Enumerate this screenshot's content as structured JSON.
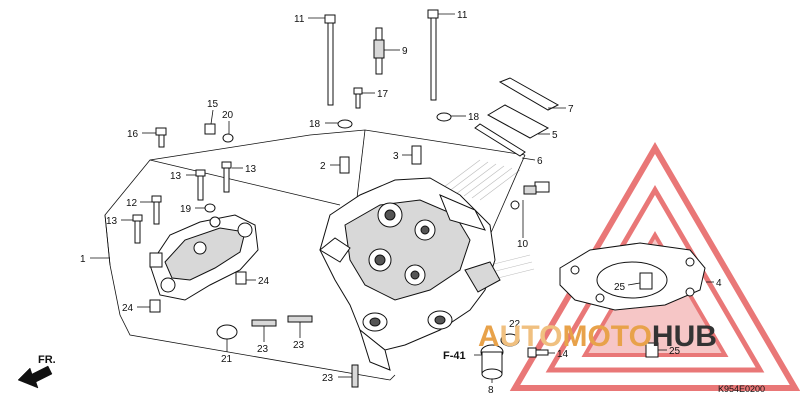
{
  "callouts": [
    {
      "id": "c1",
      "text": "1"
    },
    {
      "id": "c2",
      "text": "2"
    },
    {
      "id": "c3",
      "text": "3"
    },
    {
      "id": "c4",
      "text": "4"
    },
    {
      "id": "c5",
      "text": "5"
    },
    {
      "id": "c6",
      "text": "6"
    },
    {
      "id": "c7",
      "text": "7"
    },
    {
      "id": "c8",
      "text": "8"
    },
    {
      "id": "c9",
      "text": "9"
    },
    {
      "id": "c10",
      "text": "10"
    },
    {
      "id": "c11a",
      "text": "11"
    },
    {
      "id": "c11b",
      "text": "11"
    },
    {
      "id": "c12",
      "text": "12"
    },
    {
      "id": "c13a",
      "text": "13"
    },
    {
      "id": "c13b",
      "text": "13"
    },
    {
      "id": "c13c",
      "text": "13"
    },
    {
      "id": "c14",
      "text": "14"
    },
    {
      "id": "c15",
      "text": "15"
    },
    {
      "id": "c16",
      "text": "16"
    },
    {
      "id": "c17",
      "text": "17"
    },
    {
      "id": "c18a",
      "text": "18"
    },
    {
      "id": "c18b",
      "text": "18"
    },
    {
      "id": "c19",
      "text": "19"
    },
    {
      "id": "c20",
      "text": "20"
    },
    {
      "id": "c21",
      "text": "21"
    },
    {
      "id": "c22",
      "text": "22"
    },
    {
      "id": "c23a",
      "text": "23"
    },
    {
      "id": "c23b",
      "text": "23"
    },
    {
      "id": "c23c",
      "text": "23"
    },
    {
      "id": "c24a",
      "text": "24"
    },
    {
      "id": "c24b",
      "text": "24"
    },
    {
      "id": "c25a",
      "text": "25"
    },
    {
      "id": "c25b",
      "text": "25"
    }
  ],
  "reference_label": "F-41",
  "direction_label": "FR.",
  "diagram_code": "K954E0200",
  "watermark": {
    "text_a": "A",
    "text_uto": "UTO",
    "text_moto": "MOTO",
    "text_hub": "HUB",
    "accent_color": "#e8a24a",
    "triangle_color": "#e24a4a",
    "dark_color": "#333333"
  }
}
